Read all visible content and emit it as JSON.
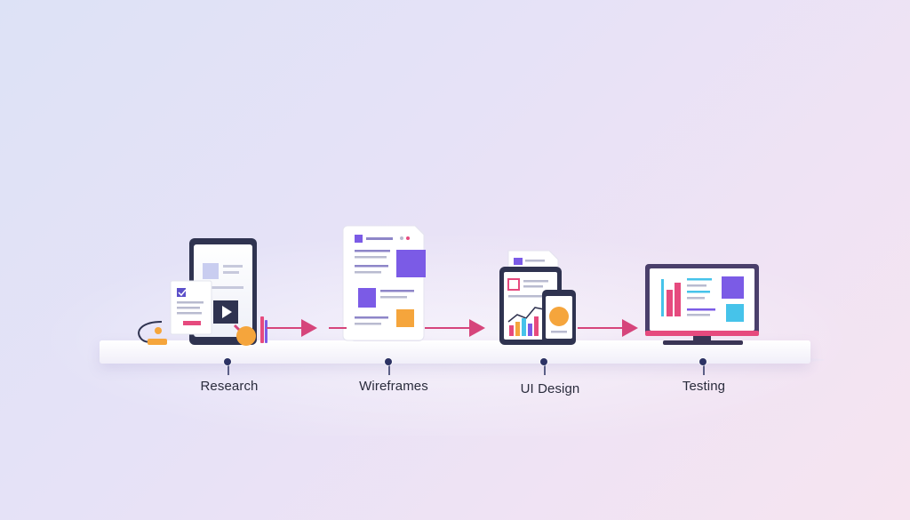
{
  "stages": [
    {
      "id": "research",
      "label": "Research"
    },
    {
      "id": "wireframes",
      "label": "Wireframes"
    },
    {
      "id": "ui-design",
      "label": "UI Design"
    },
    {
      "id": "testing",
      "label": "Testing"
    }
  ],
  "colors": {
    "arrow": "#d6457b",
    "purple": "#7b5be6",
    "orange": "#f5a53c",
    "navy": "#2f3350",
    "pink": "#e64a7e",
    "cyan": "#46c3ea"
  }
}
